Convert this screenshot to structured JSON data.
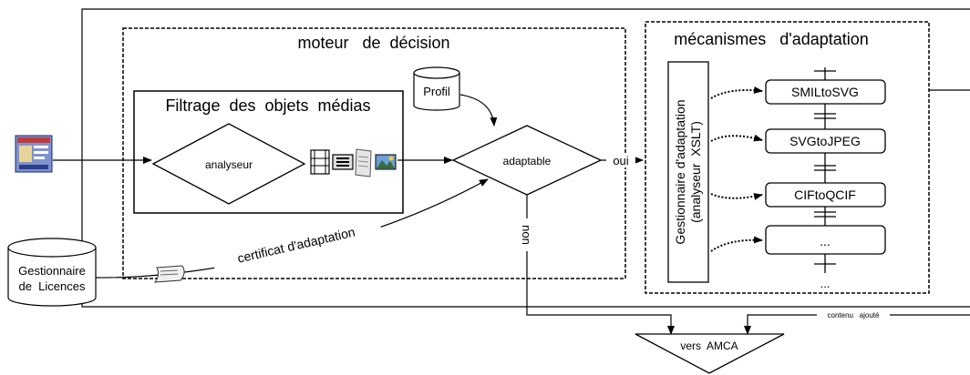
{
  "decision_engine": {
    "title": "moteur   de  décision"
  },
  "filter": {
    "title": "Filtrage  des  objets  médias",
    "analyser": "analyseur"
  },
  "profile": "Profil",
  "adaptable": "adaptable",
  "oui": "oui",
  "non": "non",
  "certificate": "certificat d'adaptation",
  "license_manager": {
    "line1": "Gestionnaire",
    "line2": "de  Licences"
  },
  "mechanisms": {
    "title": "mécanismes   d'adaptation",
    "manager_line1": "Gestionnaire d'adaptation",
    "manager_line2": "(analyseur  XSLT)",
    "items": [
      "SMILtoSVG",
      "SVGtoJPEG",
      "CIFtoQCIF",
      "..."
    ],
    "more": "..."
  },
  "output": {
    "label": "vers  AMCA",
    "added_content": "contenu   ajouté"
  }
}
